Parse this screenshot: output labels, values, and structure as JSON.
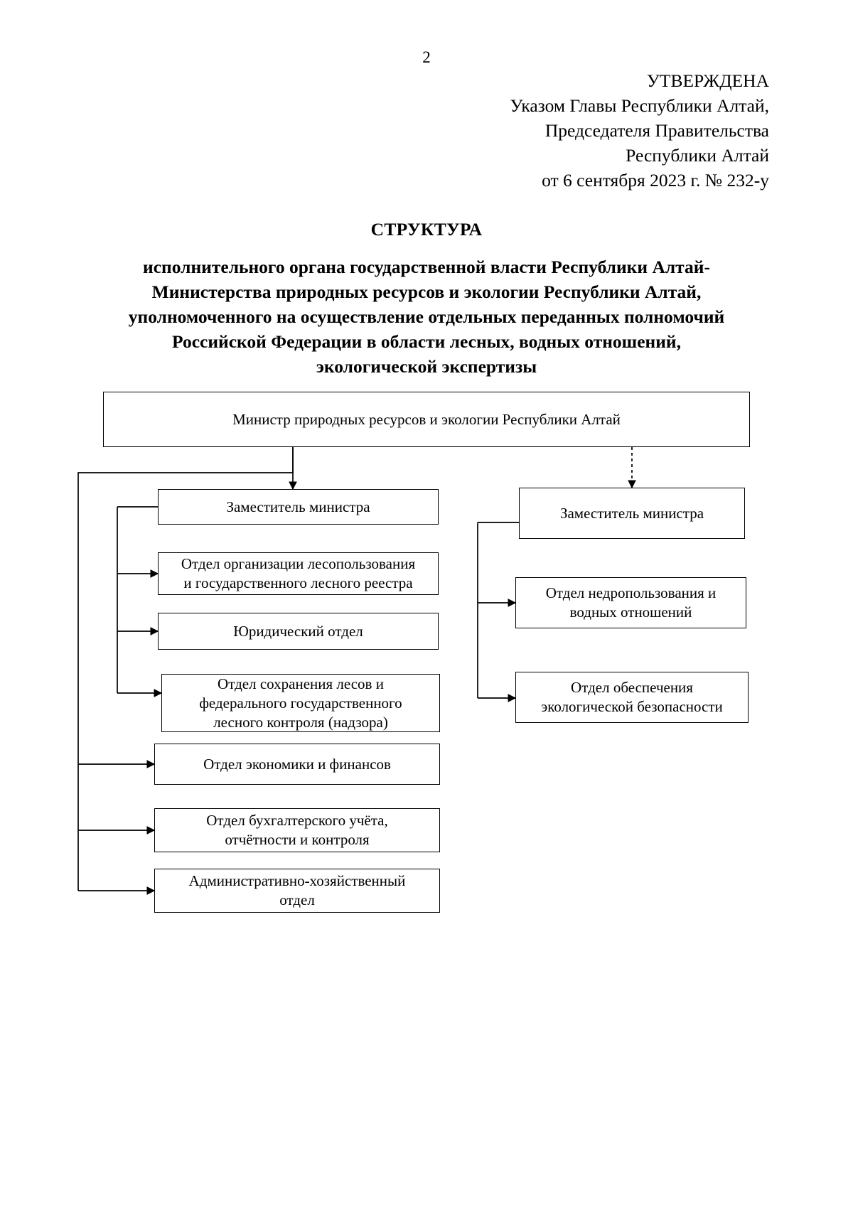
{
  "page": {
    "number": "2"
  },
  "approval": {
    "lines": [
      "УТВЕРЖДЕНА",
      "Указом Главы Республики Алтай,",
      "Председателя Правительства",
      "Республики Алтай",
      "от 6 сентября 2023 г. № 232-у"
    ]
  },
  "title": {
    "heading": "СТРУКТУРА",
    "lines": [
      "исполнительного органа государственной власти Республики Алтай-",
      "Министерства природных ресурсов и экологии Республики Алтай,",
      "уполномоченного на осуществление отдельных переданных полномочий",
      "Российской Федерации в области лесных, водных отношений,",
      "экологической экспертизы"
    ]
  },
  "chart_data": {
    "type": "diagram",
    "title": "Структура Министерства природных ресурсов и экологии Республики Алтай",
    "nodes": [
      {
        "id": "minister",
        "label": "Министр природных ресурсов и экологии Республики Алтай",
        "level": 0,
        "column": "center"
      },
      {
        "id": "deputy-left",
        "label": "Заместитель министра",
        "level": 1,
        "column": "left"
      },
      {
        "id": "forest-use",
        "label": "Отдел организации лесопользования и государственного лесного реестра",
        "level": 2,
        "column": "left"
      },
      {
        "id": "legal",
        "label": "Юридический отдел",
        "level": 2,
        "column": "left"
      },
      {
        "id": "forest-conserv",
        "label": "Отдел сохранения лесов и федерального государственного лесного контроля (надзора)",
        "level": 2,
        "column": "left"
      },
      {
        "id": "economics",
        "label": "Отдел экономики и финансов",
        "level": 2,
        "column": "left"
      },
      {
        "id": "accounting",
        "label": "Отдел бухгалтерского учёта, отчётности и контроля",
        "level": 2,
        "column": "left"
      },
      {
        "id": "admin",
        "label": "Административно-хозяйственный отдел",
        "level": 2,
        "column": "left"
      },
      {
        "id": "deputy-right",
        "label": "Заместитель министра",
        "level": 1,
        "column": "right"
      },
      {
        "id": "subsoil",
        "label": "Отдел недропользования и водных отношений",
        "level": 2,
        "column": "right"
      },
      {
        "id": "eco-safety",
        "label": "Отдел обеспечения экологической безопасности",
        "level": 2,
        "column": "right"
      }
    ],
    "edges": [
      {
        "from": "minister",
        "to": "deputy-left"
      },
      {
        "from": "minister",
        "to": "deputy-right"
      },
      {
        "from": "deputy-left",
        "to": "forest-use"
      },
      {
        "from": "deputy-left",
        "to": "legal"
      },
      {
        "from": "deputy-left",
        "to": "forest-conserv"
      },
      {
        "from": "minister",
        "to": "economics"
      },
      {
        "from": "minister",
        "to": "accounting"
      },
      {
        "from": "minister",
        "to": "admin"
      },
      {
        "from": "deputy-right",
        "to": "subsoil"
      },
      {
        "from": "deputy-right",
        "to": "eco-safety"
      }
    ]
  },
  "nodes": {
    "minister": {
      "label": "Министр природных ресурсов и экологии Республики Алтай"
    },
    "deputy_left": {
      "label": "Заместитель министра"
    },
    "forest_use": {
      "line1": "Отдел организации лесопользования",
      "line2": "и государственного лесного реестра"
    },
    "legal": {
      "label": "Юридический отдел"
    },
    "forest_conserv": {
      "line1": "Отдел сохранения лесов и",
      "line2": "федерального государственного",
      "line3": "лесного контроля (надзора)"
    },
    "economics": {
      "label": "Отдел экономики и финансов"
    },
    "accounting": {
      "line1": "Отдел бухгалтерского учёта,",
      "line2": "отчётности и контроля"
    },
    "admin": {
      "line1": "Административно-хозяйственный",
      "line2": "отдел"
    },
    "deputy_right": {
      "label": "Заместитель министра"
    },
    "subsoil": {
      "line1": "Отдел недропользования и",
      "line2": "водных отношений"
    },
    "eco_safety": {
      "line1": "Отдел обеспечения",
      "line2": "экологической безопасности"
    }
  },
  "colors": {
    "text": "#000000",
    "border": "#000000",
    "background": "#ffffff"
  }
}
